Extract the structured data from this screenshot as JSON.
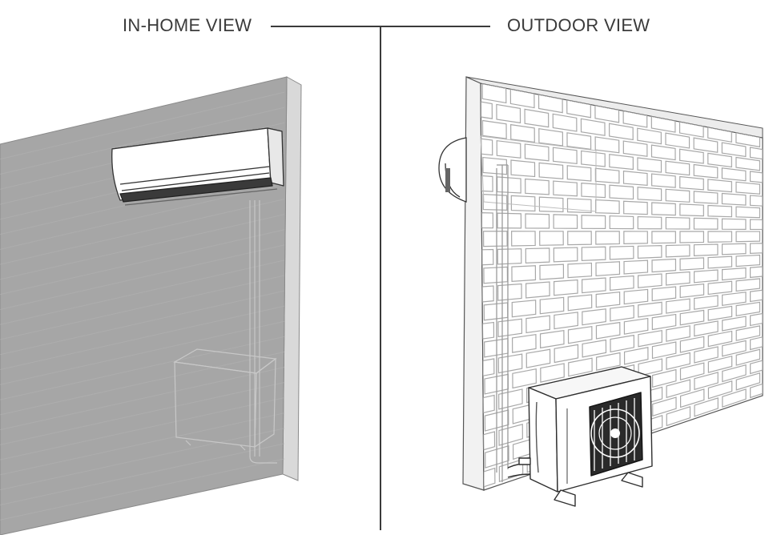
{
  "header": {
    "left_label": "IN-HOME VIEW",
    "right_label": "OUTDOOR VIEW"
  },
  "colors": {
    "wall_interior": "#a6a6a6",
    "wall_edge": "#d9d9d9",
    "brick_stroke": "#bdbdbd",
    "line": "#3a3a3a"
  },
  "icons": {
    "indoor_unit": "wall-mounted-ac-unit",
    "outdoor_unit": "condenser-unit-with-fan"
  }
}
